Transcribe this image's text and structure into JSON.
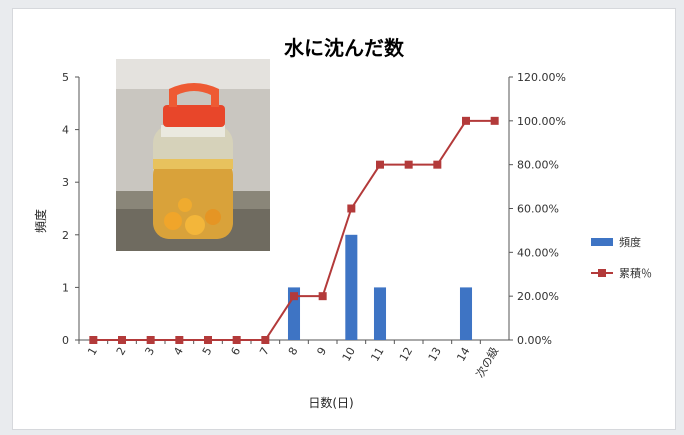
{
  "chart_data": {
    "type": "bar+line",
    "title": "水に沈んだ数",
    "xlabel": "日数(日)",
    "ylabel": "頻度",
    "categories": [
      "1",
      "2",
      "3",
      "4",
      "5",
      "6",
      "7",
      "8",
      "9",
      "10",
      "11",
      "12",
      "13",
      "14",
      "次の級"
    ],
    "series": [
      {
        "name": "頻度",
        "type": "bar",
        "axis": "left",
        "color": "#3e74c4",
        "values": [
          0,
          0,
          0,
          0,
          0,
          0,
          0,
          1,
          0,
          2,
          1,
          0,
          0,
          1,
          0
        ]
      },
      {
        "name": "累積％",
        "type": "line",
        "axis": "right",
        "color": "#b33a3a",
        "values": [
          0,
          0,
          0,
          0,
          0,
          0,
          0,
          20,
          20,
          60,
          80,
          80,
          80,
          100,
          100
        ]
      }
    ],
    "ylim": [
      0,
      5
    ],
    "yticks": [
      0,
      1,
      2,
      3,
      4,
      5
    ],
    "y2lim": [
      0,
      120
    ],
    "y2ticks": [
      "0.00%",
      "20.00%",
      "40.00%",
      "60.00%",
      "80.00%",
      "100.00%",
      "120.00%"
    ],
    "grid": false,
    "legend_position": "right"
  }
}
